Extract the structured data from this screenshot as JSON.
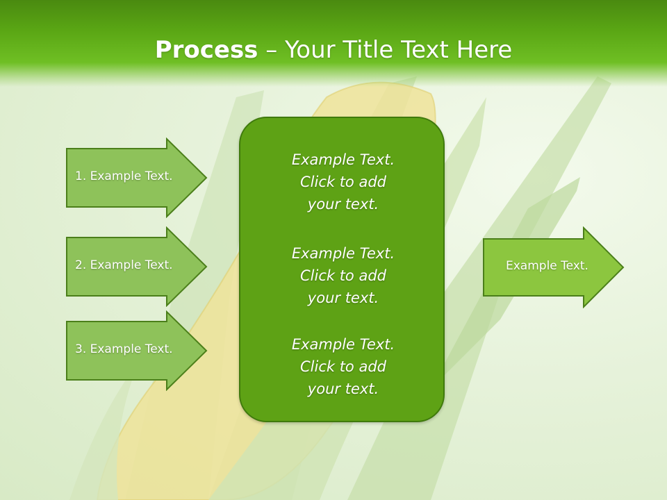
{
  "slide": {
    "title_bold": "Process",
    "title_rest": " – Your Title Text Here"
  },
  "left_arrows": [
    {
      "label": "1. Example Text."
    },
    {
      "label": "2. Example Text."
    },
    {
      "label": "3. Example Text."
    }
  ],
  "center_box": {
    "blocks": [
      "Example Text.\nClick  to add\nyour text.",
      "Example Text.\nClick  to add\nyour text.",
      "Example Text.\nClick  to add\nyour text."
    ]
  },
  "right_arrow": {
    "label": "Example Text."
  },
  "colors": {
    "title_bar": "#5aa614",
    "left_arrow_fill": "#8ec25a",
    "arrow_border": "#4b7f1a",
    "center_box_fill": "#5ea215",
    "right_arrow_fill": "#8cc63f"
  }
}
